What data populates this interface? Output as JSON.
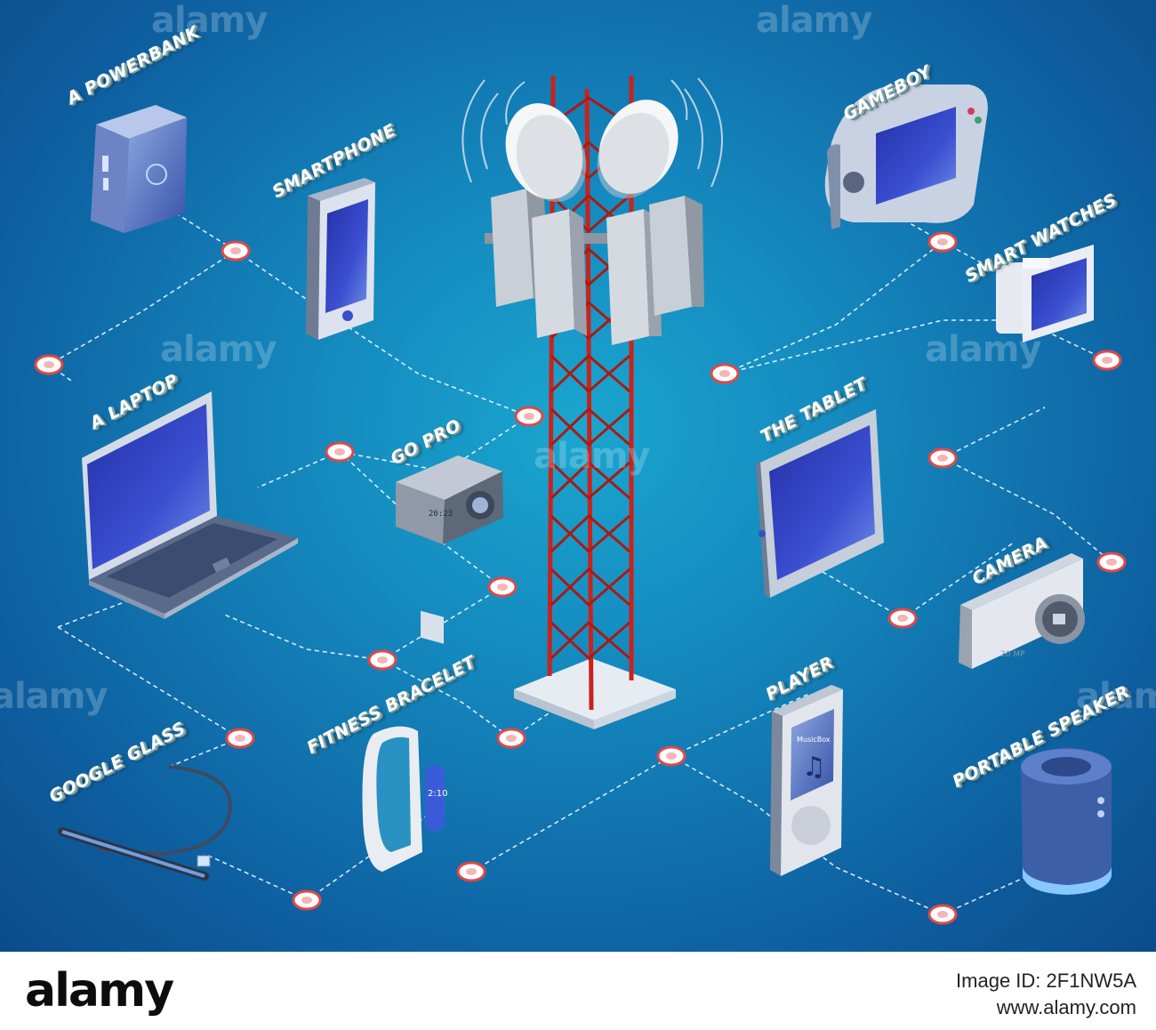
{
  "labels": {
    "powerbank": "A POWERBANK",
    "smartphone": "SMARTPHONE",
    "laptop": "A LAPTOP",
    "gopro": "GO PRO",
    "google_glass": "GOOGLE GLASS",
    "fitness": "FITNESS BRACELET",
    "gameboy": "GAMEBOY",
    "smart_watches": "SMART WATCHES",
    "tablet": "THE TABLET",
    "camera": "CAMERA",
    "player": "PLAYER",
    "speaker": "PORTABLE SPEAKER"
  },
  "device_text": {
    "gopro_screen": "20:23",
    "bracelet_screen": "2:10",
    "player_app": "MusicBox",
    "camera_mp": "20 MP"
  },
  "watermark": "alamy",
  "footer": {
    "logo": "alamy",
    "image_id": "Image ID: 2F1NW5A",
    "site": "www.alamy.com"
  },
  "colors": {
    "background": "#1487bd",
    "tower": "#c8231c",
    "node_ring": "#e04848",
    "screen": "#2a37b8"
  }
}
